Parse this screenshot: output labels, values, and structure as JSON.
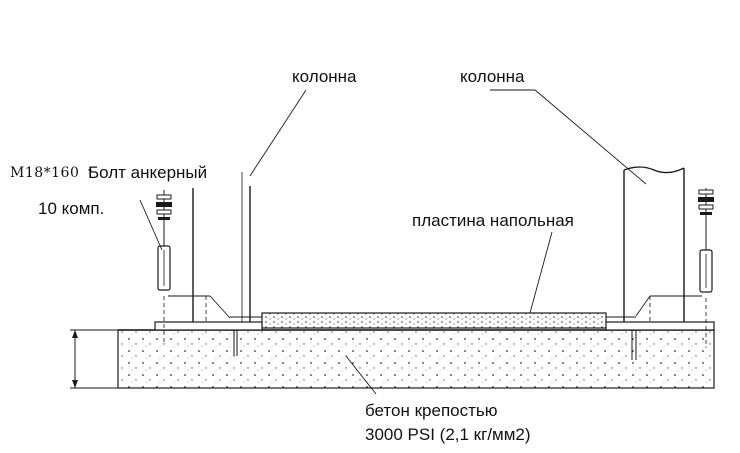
{
  "labels": {
    "column_left": "колонна",
    "column_right": "колонна",
    "bolt_spec": "M18*160",
    "bolt_name": "Болт анкерный",
    "bolt_count": "10 комп.",
    "floor_plate": "пластина напольная",
    "concrete_line1": "бетон крепостью",
    "concrete_line2": "3000 PSI (2,1 кг/мм2)"
  },
  "colors": {
    "line": "#1a1a1a",
    "background": "#ffffff"
  }
}
